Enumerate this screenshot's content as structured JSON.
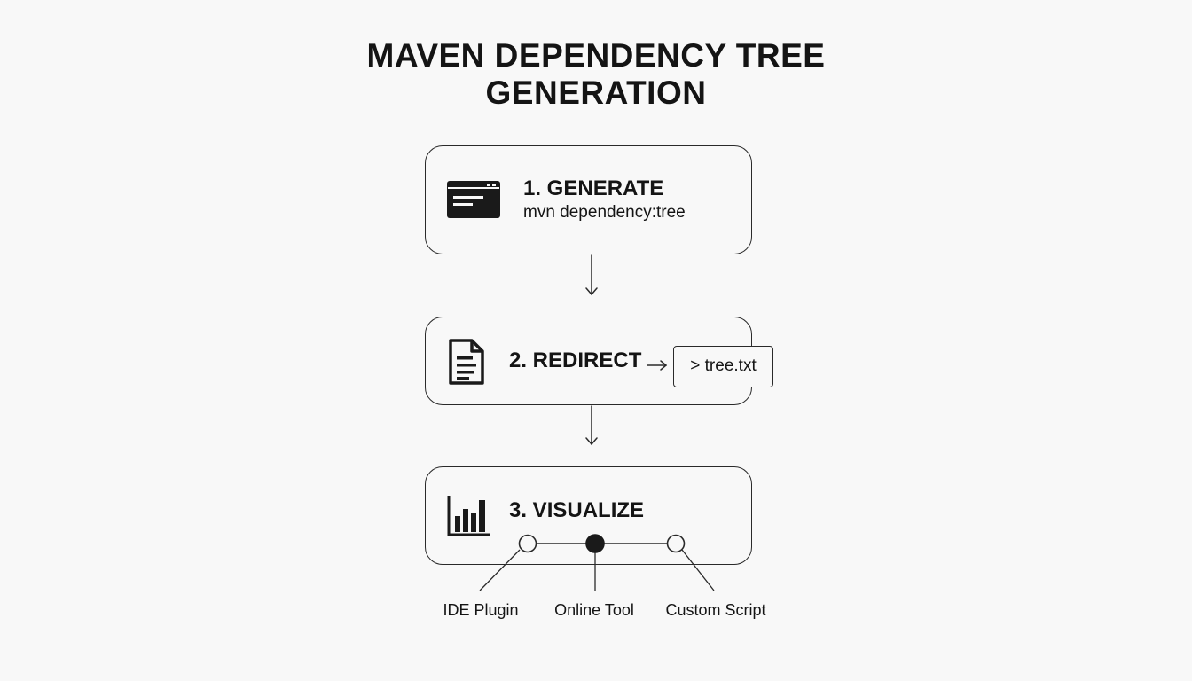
{
  "title": {
    "line1": "MAVEN DEPENDENCY TREE",
    "line2": "GENERATION"
  },
  "steps": [
    {
      "title": "1. GENERATE",
      "subtitle": "mvn dependency:tree",
      "icon": "terminal-window-icon"
    },
    {
      "title": "2. REDIRECT",
      "output": "> tree.txt",
      "icon": "document-icon"
    },
    {
      "title": "3. VISUALIZE",
      "icon": "bar-chart-icon"
    }
  ],
  "tools": [
    {
      "label": "IDE Plugin",
      "selected": false
    },
    {
      "label": "Online Tool",
      "selected": true
    },
    {
      "label": "Custom Script",
      "selected": false
    }
  ],
  "colors": {
    "background": "#f8f8f8",
    "ink": "#141414",
    "stroke": "#2a2a2a"
  }
}
